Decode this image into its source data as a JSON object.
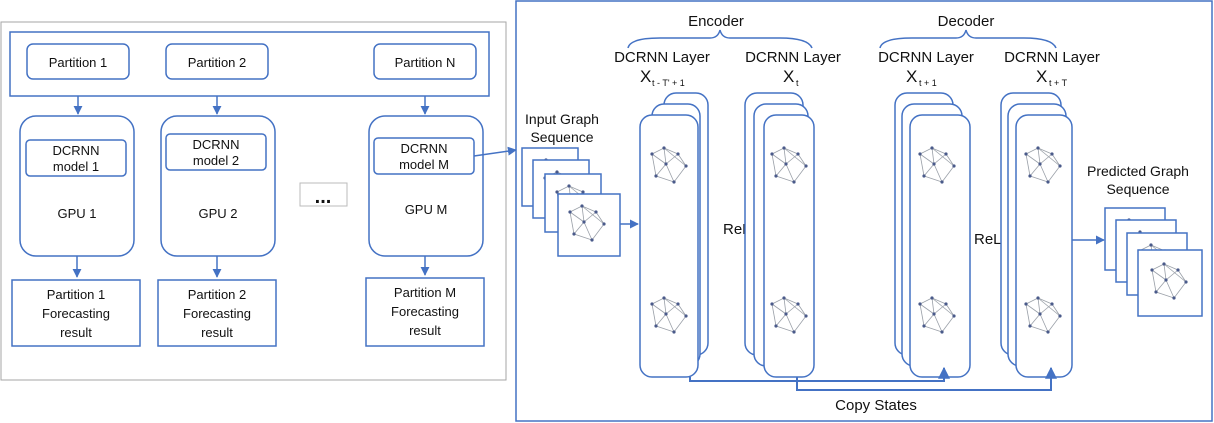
{
  "left_panel": {
    "partitions": [
      "Partition 1",
      "Partition 2",
      "Partition N"
    ],
    "models": [
      {
        "line1": "DCRNN",
        "line2": "model 1",
        "gpu": "GPU 1"
      },
      {
        "line1": "DCRNN",
        "line2": "model 2",
        "gpu": "GPU 2"
      },
      {
        "line1": "DCRNN",
        "line2": "model M",
        "gpu": "GPU M"
      }
    ],
    "ellipsis": "...",
    "results": [
      {
        "line1": "Partition 1",
        "line2": "Forecasting",
        "line3": "result"
      },
      {
        "line1": "Partition 2",
        "line2": "Forecasting",
        "line3": "result"
      },
      {
        "line1": "Partition M",
        "line2": "Forecasting",
        "line3": "result"
      }
    ]
  },
  "right_panel": {
    "encoder_label": "Encoder",
    "decoder_label": "Decoder",
    "input_label_1": "Input Graph",
    "input_label_2": "Sequence",
    "output_label_1": "Predicted Graph",
    "output_label_2": "Sequence",
    "layers": [
      {
        "title": "DCRNN Layer",
        "x": "X",
        "sub": "t - T' + 1"
      },
      {
        "title": "DCRNN Layer",
        "x": "X",
        "sub": "t"
      },
      {
        "title": "DCRNN Layer",
        "x": "X",
        "sub": "t + 1"
      },
      {
        "title": "DCRNN Layer",
        "x": "X",
        "sub": "t + T"
      }
    ],
    "relu_1": "ReLU",
    "relu_2": "ReLU",
    "copy_states": "Copy States"
  },
  "colors": {
    "stroke": "#4472c4",
    "frame": "#a6a6a6",
    "node": "#4a5a8a",
    "edge": "#9aa0a8"
  }
}
